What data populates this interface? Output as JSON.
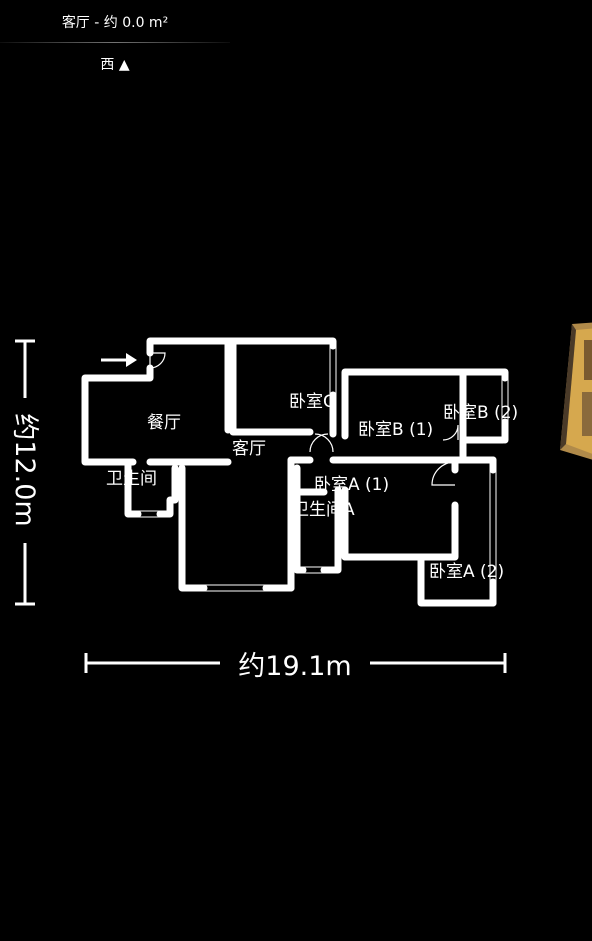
{
  "header": {
    "title": "客厅 - 约 0.0 m²",
    "direction": "西 ▲"
  },
  "rooms": {
    "dining": "餐厅",
    "living": "客厅",
    "bath1": "卫生间",
    "bedroomC": "卧室C",
    "bedroomB1": "卧室B (1)",
    "bedroomB2": "卧室B (2)",
    "bedroomA1": "卧室A (1)",
    "bathA": "卫生间A",
    "bedroomA2": "卧室A (2)"
  },
  "dimensions": {
    "width": "约19.1m",
    "height": "约12.0m"
  },
  "icons": {
    "entrance": "entrance-arrow-icon",
    "preview": "room-preview-thumbnail"
  }
}
